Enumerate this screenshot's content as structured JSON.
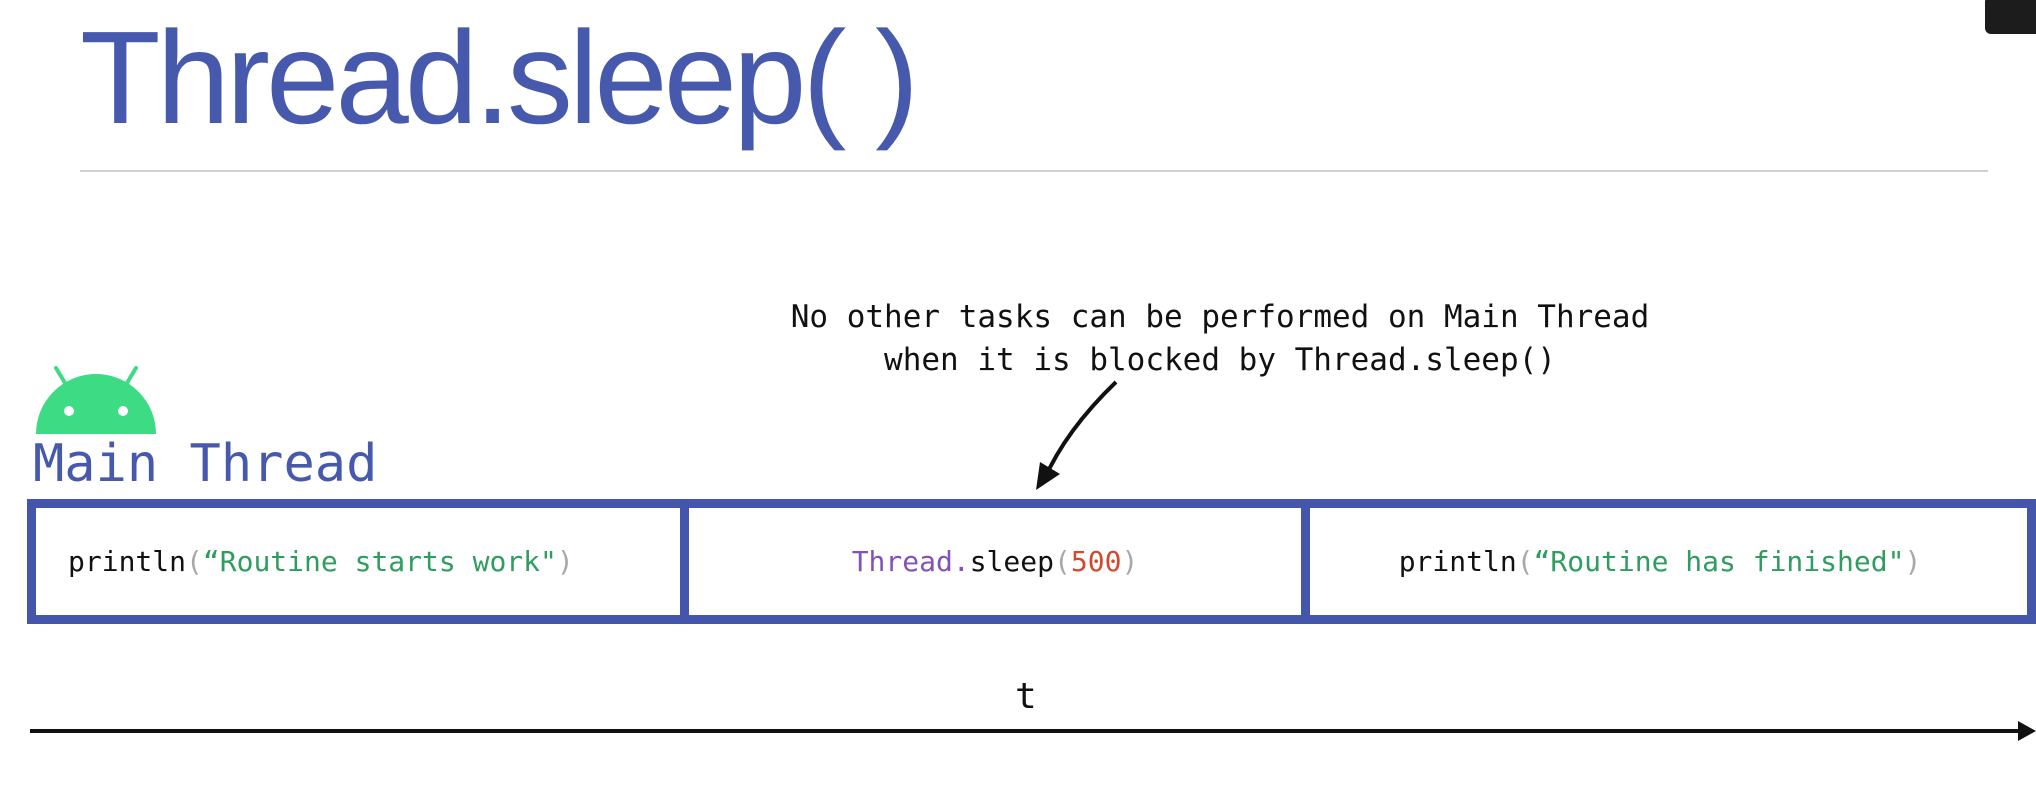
{
  "slide": {
    "title": "Thread.sleep( )"
  },
  "annotation": {
    "line1": "No other tasks can be performed on Main Thread",
    "line2": "when it is blocked by Thread.sleep()"
  },
  "thread": {
    "label": "Main Thread",
    "icon": "android-icon"
  },
  "blocks": [
    {
      "fn": "println",
      "open": "(",
      "arg": "“Routine starts work\"",
      "close": ")"
    },
    {
      "cls": "Thread.",
      "fn": "sleep",
      "open": "(",
      "arg": "500",
      "close": ")"
    },
    {
      "fn": "println",
      "open": "(",
      "arg": "“Routine has finished\"",
      "close": ")"
    }
  ],
  "axis": {
    "label": "t"
  },
  "colors": {
    "title": "#4659ad",
    "frame": "#4356ab",
    "android": "#3ddc84",
    "string": "#2f9d5f",
    "class": "#8451b7",
    "number": "#cf4a30",
    "paren": "#a8a8a8"
  }
}
